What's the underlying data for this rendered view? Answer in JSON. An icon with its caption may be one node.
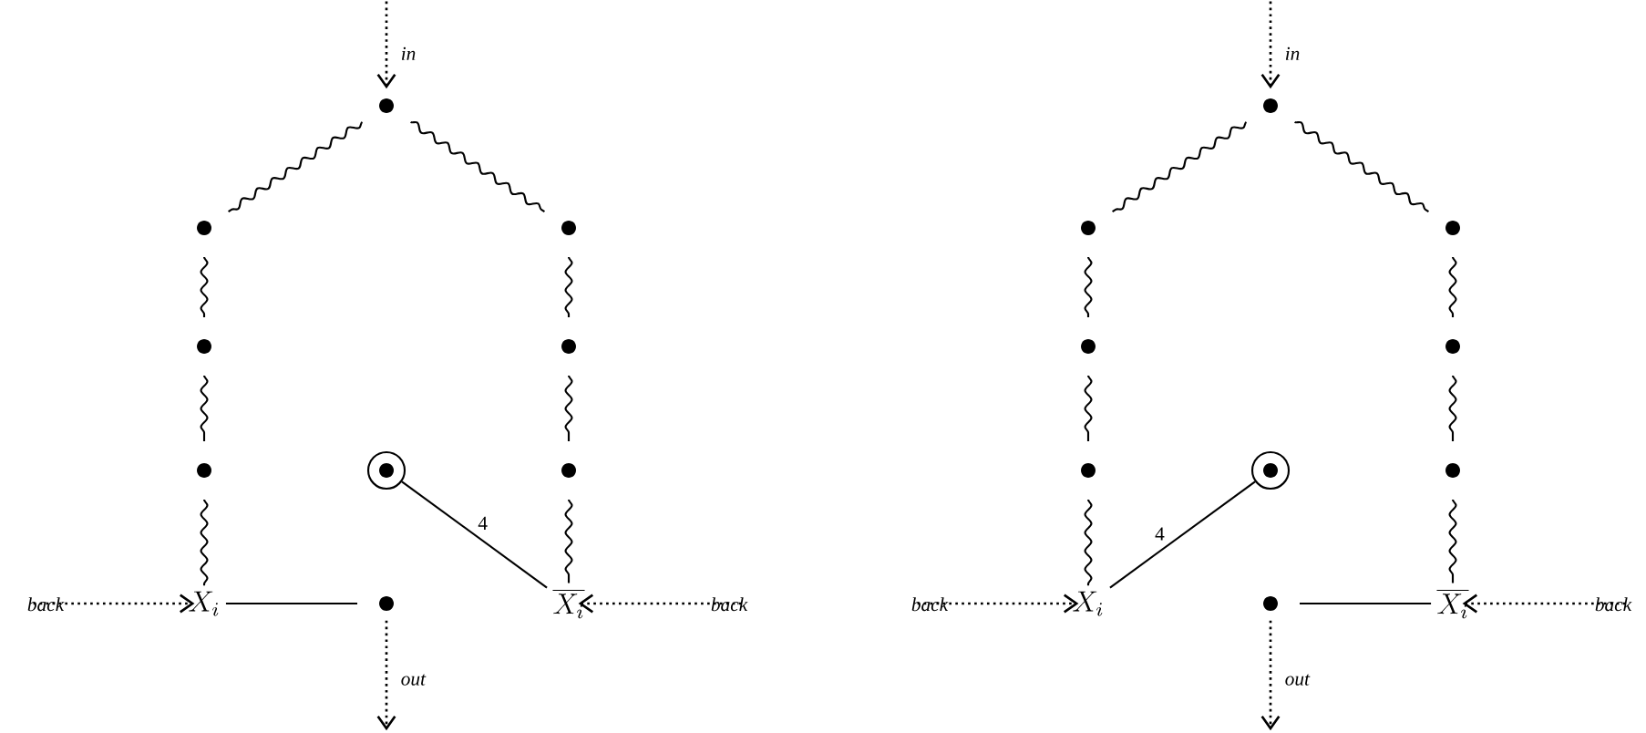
{
  "diagram": {
    "nodes": [
      {
        "text": [],
        "shape": "dot"
      },
      {
        "text": [],
        "shape": "dot"
      },
      {
        "text": [],
        "shape": "dot"
      },
      {
        "text": [],
        "shape": "dot"
      },
      {
        "text": [],
        "shape": "dot"
      },
      {
        "text": [],
        "shape": "circle"
      },
      {
        "text": [],
        "shape": "dot"
      },
      {
        "text": [],
        "shape": "dot"
      },
      {
        "text": [
          "X_i"
        ]
      },
      {
        "text": [],
        "shape": "dot"
      },
      {
        "text": [
          "\\overline{X_i}"
        ]
      },
      {
        "text": [],
        "shape": "dot"
      },
      {
        "text": [],
        "shape": "dot"
      },
      {
        "text": [],
        "shape": "dot"
      },
      {
        "text": [],
        "shape": "dot"
      },
      {
        "text": [],
        "shape": "dot"
      },
      {
        "text": [],
        "shape": "circle"
      },
      {
        "text": [],
        "shape": "dot"
      },
      {
        "text": [],
        "shape": "dot"
      },
      {
        "text": [
          "X_i"
        ]
      },
      {
        "text": [],
        "shape": "dot"
      },
      {
        "text": [
          "\\overline{X_i}"
        ]
      }
    ],
    "edges": [
      {
        "from": null,
        "to": 0,
        "arrow": "to",
        "style": "dashed",
        "label": "in"
      },
      {
        "from": 0,
        "to": 1,
        "arrow": "none"
      },
      {
        "from": 0,
        "to": 2,
        "arrow": "none"
      },
      {
        "from": 1,
        "to": 3,
        "arrow": "none"
      },
      {
        "from": 3,
        "to": 6,
        "arrow": "none"
      },
      {
        "from": 6,
        "to": 8,
        "arrow": "none"
      },
      {
        "from": 2,
        "to": 4,
        "arrow": "none"
      },
      {
        "from": 4,
        "to": 7,
        "arrow": "none"
      },
      {
        "from": 7,
        "to": 10,
        "arrow": "none"
      },
      {
        "from": 5,
        "to": 10,
        "arrow": "none",
        "label": "4"
      },
      {
        "from": 9,
        "to": 8,
        "arrow": "none"
      },
      {
        "from": null,
        "to": 8,
        "arrow": "to",
        "style": "dashed",
        "label": "back"
      },
      {
        "from": null,
        "to": 10,
        "arrow": "to",
        "style": "dashed",
        "label": "back"
      },
      {
        "from": 9,
        "to": null,
        "arrow": "to",
        "style": "dashed",
        "label": "out"
      },
      {
        "from": null,
        "to": 11,
        "arrow": "to",
        "style": "dashed",
        "label": "in"
      },
      {
        "from": 11,
        "to": 12,
        "arrow": "none"
      },
      {
        "from": 11,
        "to": 13,
        "arrow": "none"
      },
      {
        "from": 12,
        "to": 14,
        "arrow": "none"
      },
      {
        "from": 14,
        "to": 17,
        "arrow": "none"
      },
      {
        "from": 17,
        "to": 19,
        "arrow": "none"
      },
      {
        "from": 13,
        "to": 15,
        "arrow": "none"
      },
      {
        "from": 15,
        "to": 18,
        "arrow": "none"
      },
      {
        "from": 18,
        "to": 21,
        "arrow": "none"
      },
      {
        "from": 19,
        "to": 16,
        "arrow": "none",
        "label": "4"
      },
      {
        "from": 20,
        "to": 21,
        "arrow": "none"
      },
      {
        "from": null,
        "to": 19,
        "arrow": "to",
        "style": "dashed",
        "label": "back"
      },
      {
        "from": null,
        "to": 21,
        "arrow": "to",
        "style": "dashed",
        "label": "back"
      },
      {
        "from": 20,
        "to": null,
        "arrow": "to",
        "style": "dashed",
        "label": "out"
      }
    ]
  }
}
